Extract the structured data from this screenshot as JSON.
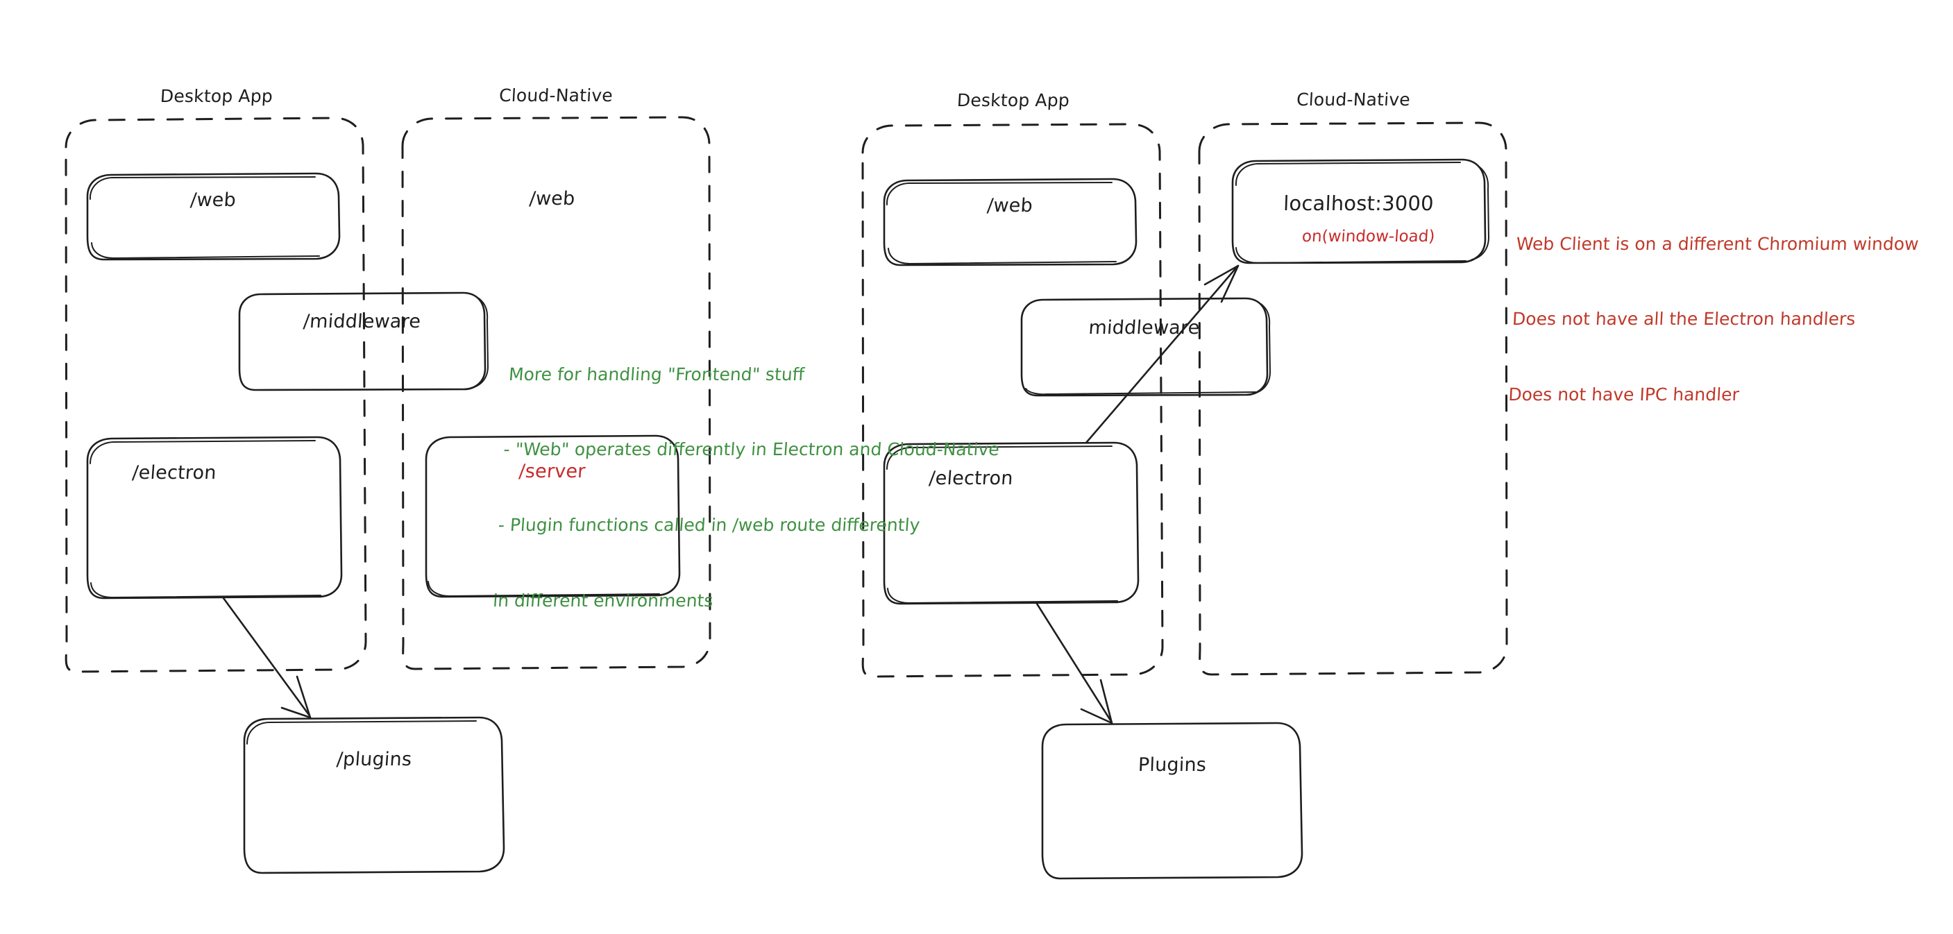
{
  "diagram": {
    "title": "Electron Desktop App vs Cloud-Native architecture sketch",
    "style": "hand-drawn",
    "colors": {
      "stroke": "#1e1e1e",
      "red": "#c92a2a",
      "green": "#2f9e44",
      "background": "#ffffff"
    },
    "panels": [
      {
        "id": "left-desktop-app",
        "title": "Desktop App",
        "boxes": [
          {
            "id": "left-web",
            "label": "/web",
            "color": "black"
          },
          {
            "id": "left-middleware",
            "label": "/middleware",
            "color": "black"
          },
          {
            "id": "left-electron",
            "label": "/electron",
            "color": "black"
          }
        ]
      },
      {
        "id": "left-cloud-native",
        "title": "Cloud-Native",
        "boxes": [
          {
            "id": "left-cn-web",
            "label": "/web",
            "color": "black"
          },
          {
            "id": "left-server",
            "label": "/server",
            "color": "red"
          }
        ]
      },
      {
        "id": "right-desktop-app",
        "title": "Desktop App",
        "boxes": [
          {
            "id": "right-web",
            "label": "/web",
            "color": "black"
          },
          {
            "id": "right-middleware",
            "label": "middleware",
            "color": "black"
          },
          {
            "id": "right-electron",
            "label": "/electron",
            "color": "black"
          }
        ]
      },
      {
        "id": "right-cloud-native",
        "title": "Cloud-Native",
        "boxes": [
          {
            "id": "right-localhost",
            "label": "localhost:3000",
            "color": "black",
            "sub_label": "on(window-load)",
            "sub_label_color": "red"
          }
        ]
      }
    ],
    "standalone_boxes": [
      {
        "id": "left-plugins",
        "label": "/plugins",
        "color": "black"
      },
      {
        "id": "right-plugins",
        "label": "Plugins",
        "color": "black"
      }
    ],
    "notes": [
      {
        "id": "green-note",
        "color": "green",
        "lines": [
          "More for handling \"Frontend\" stuff",
          "- \"Web\" operates differently in Electron and Cloud-Native",
          "- Plugin functions called in /web route differently",
          "in different environments"
        ]
      },
      {
        "id": "red-note",
        "color": "red",
        "lines": [
          "Web Client is on a different Chromium window",
          "Does not have all the Electron handlers",
          "Does not have IPC handler"
        ]
      }
    ],
    "arrows": [
      {
        "id": "arrow-left-electron-to-plugins",
        "from": "left-electron",
        "to": "left-plugins"
      },
      {
        "id": "arrow-right-electron-to-plugins",
        "from": "right-electron",
        "to": "right-plugins"
      },
      {
        "id": "arrow-right-electron-to-localhost",
        "from": "right-electron",
        "to": "right-localhost"
      }
    ]
  }
}
